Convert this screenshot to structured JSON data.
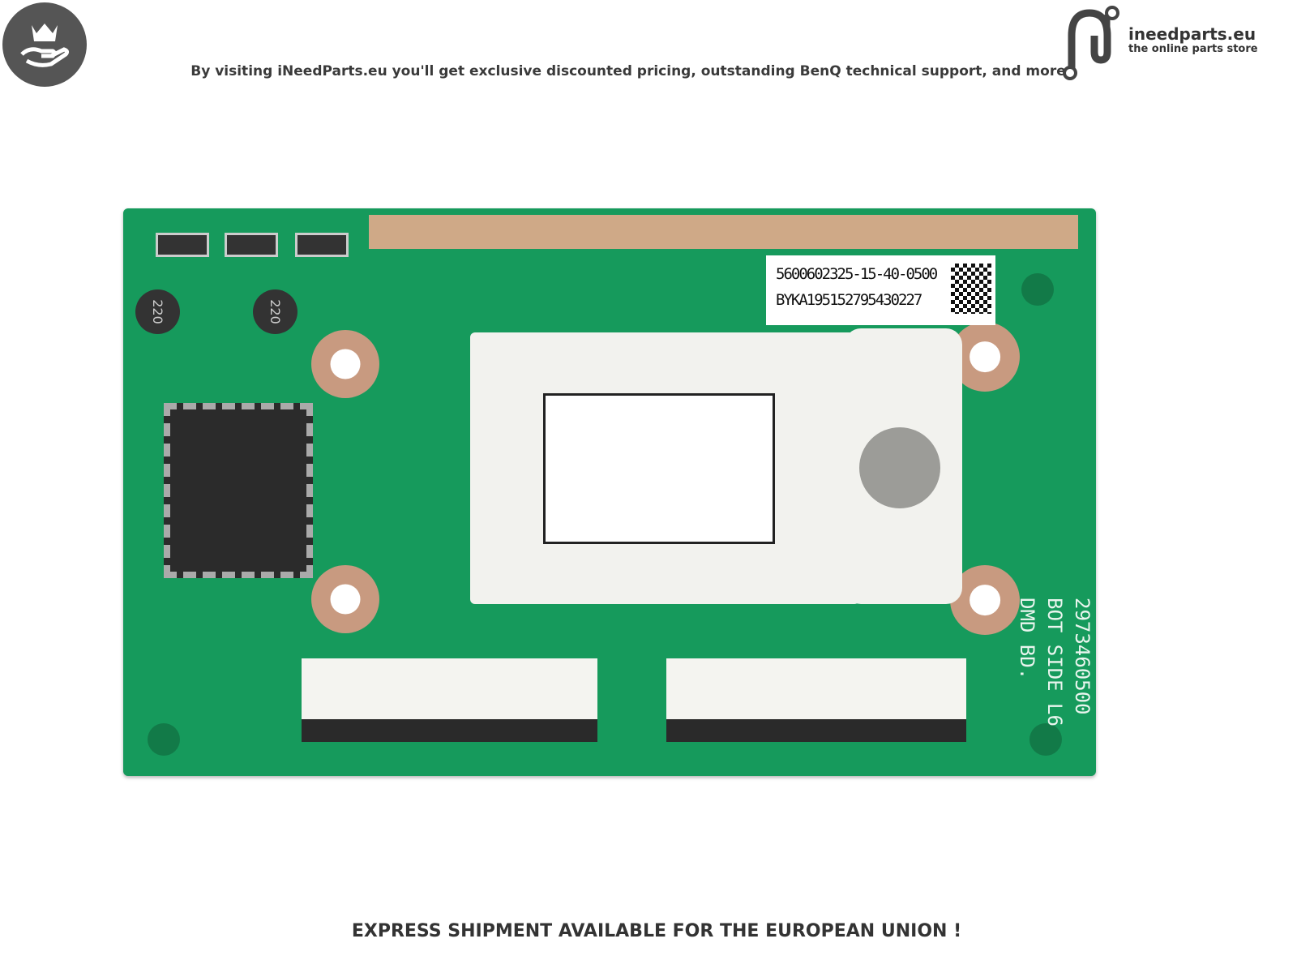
{
  "header": {
    "tagline": "By visiting iNeedParts.eu you'll get exclusive discounted pricing, outstanding BenQ technical support, and more"
  },
  "logo": {
    "name": "ineedparts.eu",
    "subtitle": "the online parts store"
  },
  "badge": {
    "icon": "crown-hand-icon"
  },
  "product": {
    "label_line1": "5600602325-15-40-0500",
    "label_line2": "BYKA195152795430227",
    "board_text": [
      "2973460500",
      "BOT SIDE L6",
      "DMD BD."
    ],
    "inductor_marking": "220",
    "colors": {
      "pcb": "#169a5c",
      "gold": "#cfa987"
    }
  },
  "footer": {
    "text": "EXPRESS SHIPMENT AVAILABLE FOR THE EUROPEAN UNION !"
  }
}
